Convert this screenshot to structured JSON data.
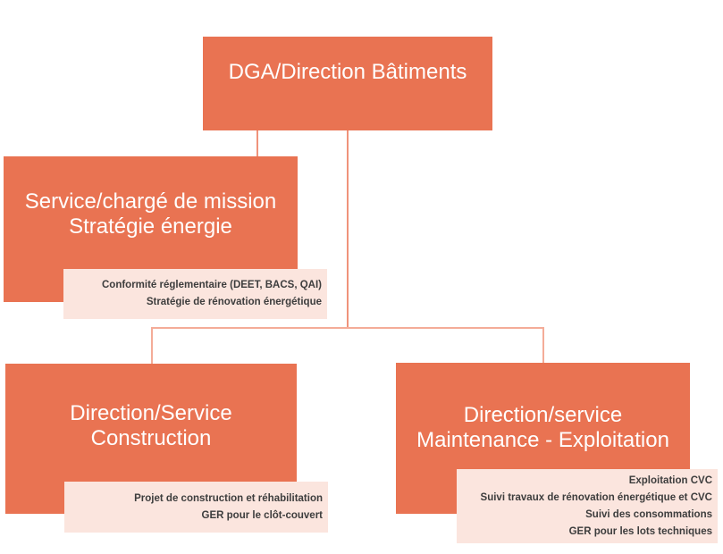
{
  "colors": {
    "box-orange": "#E97352",
    "box-pink": "#FBE5DE",
    "line-strong": "#F0937B",
    "line-pale": "#F4AC98",
    "title-color": "#FFFFFF",
    "sub-text-color": "#3D3D3D",
    "canvas-bg": "#FFFFFF"
  },
  "org_chart": {
    "root": {
      "title": "DGA/Direction Bâtiments"
    },
    "energy": {
      "title_line1": "Service/chargé de mission",
      "title_line2": "Stratégie énergie",
      "items": [
        "Conformité réglementaire (DEET, BACS, QAI)",
        "Stratégie de rénovation énergétique"
      ]
    },
    "construction": {
      "title_line1": "Direction/Service",
      "title_line2": "Construction",
      "items": [
        "Projet de construction et réhabilitation",
        "GER pour le clôt-couvert"
      ]
    },
    "maintenance": {
      "title_line1": "Direction/service",
      "title_line2": "Maintenance - Exploitation",
      "items": [
        "Exploitation CVC",
        "Suivi travaux de rénovation énergétique et CVC",
        "Suivi des consommations",
        "GER pour les lots techniques"
      ]
    }
  }
}
